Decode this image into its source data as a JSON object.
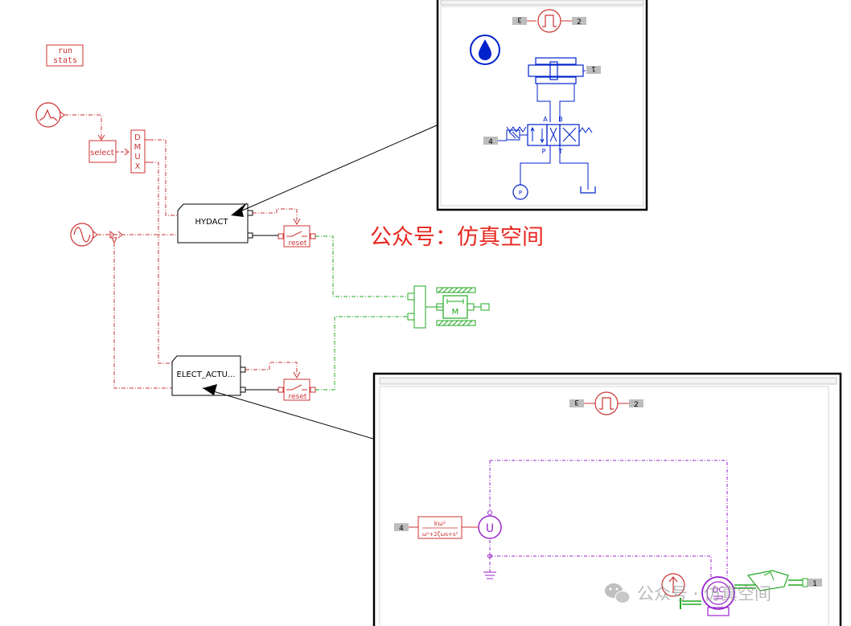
{
  "colors": {
    "signal": "#cc3333",
    "hydraulic": "#0022cc",
    "mechanical": "#22aa22",
    "electrical": "#9922cc",
    "black": "#000000",
    "watermark": "#e8271f"
  },
  "main": {
    "run_stats_line1": "run",
    "run_stats_line2": "stats",
    "select_label": "select",
    "dmux_letters": [
      "D",
      "M",
      "U",
      "X"
    ],
    "hydact_label": "HYDACT",
    "elect_label": "ELECT_ACTU...",
    "reset_label_1": "reset",
    "reset_label_2": "reset",
    "mass_label": "M"
  },
  "inset_hydraulic": {
    "pulse_left_port": "3",
    "pulse_right_port": "2",
    "cylinder_port": "1",
    "valve_port": "4",
    "port_a": "A",
    "port_b": "B",
    "port_p": "P",
    "port_t": "T",
    "pump_label": "P"
  },
  "inset_electric": {
    "pulse_left_port": "3",
    "pulse_right_port": "2",
    "tf_port": "4",
    "tf_numerator": "kω²",
    "tf_denominator": "ω²+2ζωs+s²",
    "voltage_source": "U",
    "motor_label": "DC",
    "out_port": "1"
  },
  "watermark": {
    "red_text": "公众号：仿真空间",
    "gray_text": "公众号 · 仿真空间"
  }
}
